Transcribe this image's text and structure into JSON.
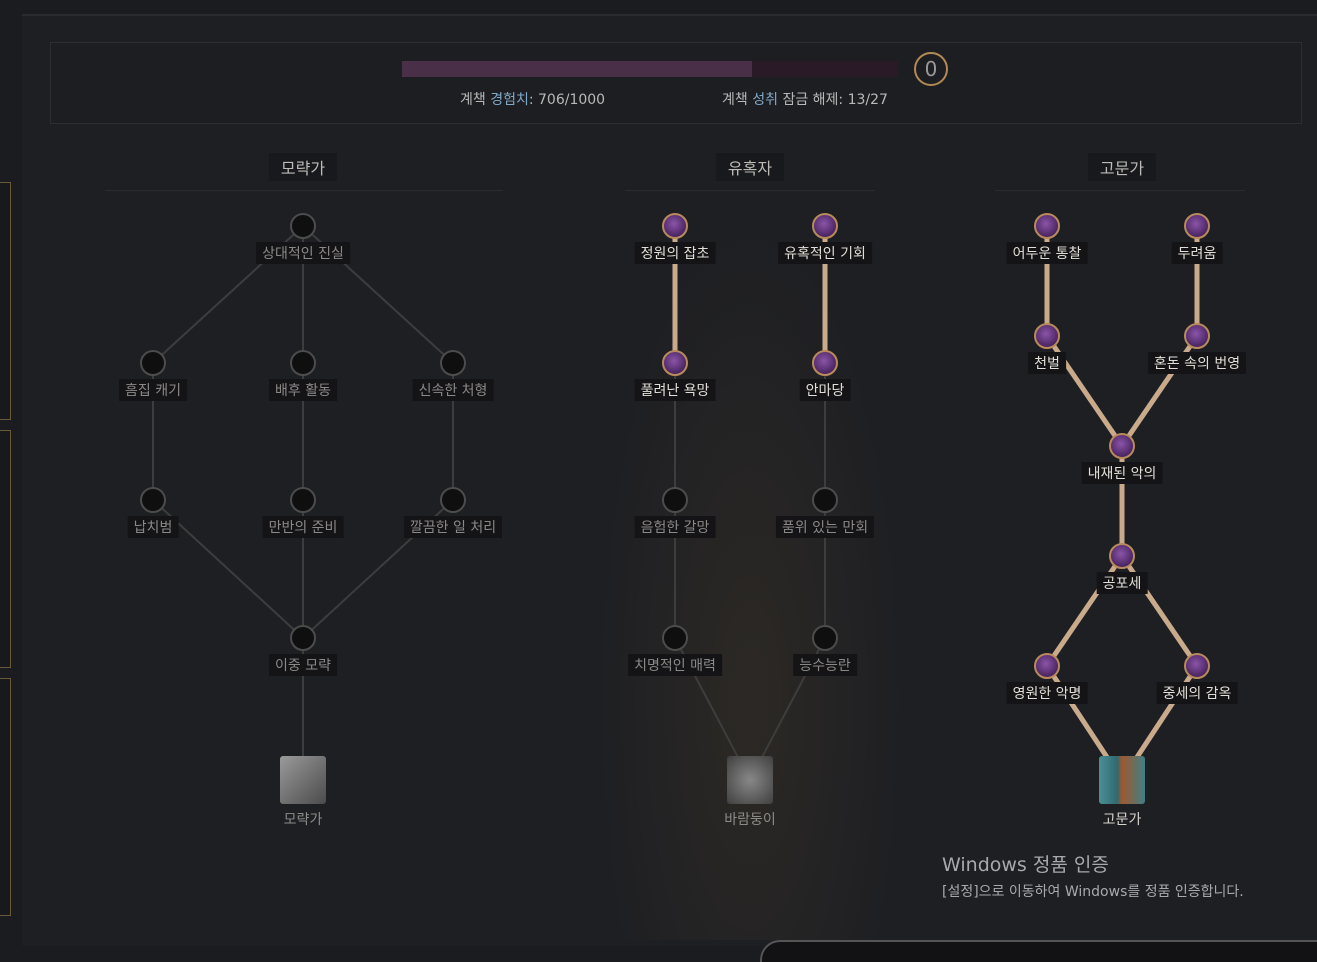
{
  "header": {
    "exp_label_prefix": "계책",
    "exp_label_highlight": "경험치",
    "exp_value": ": 706/1000",
    "exp_current": 706,
    "exp_max": 1000,
    "achv_prefix": "계책",
    "achv_highlight": "성취",
    "achv_suffix": "잠금 해제: 13/27",
    "points": "0"
  },
  "columns": [
    {
      "title": "모략가",
      "emblem": "모략가",
      "nodes": [
        "상대적인 진실",
        "흠집 캐기",
        "배후 활동",
        "신속한 처형",
        "납치범",
        "만반의 준비",
        "깔끔한 일 처리",
        "이중 모략"
      ]
    },
    {
      "title": "유혹자",
      "emblem": "바람둥이",
      "nodes": [
        "정원의 잡초",
        "유혹적인 기회",
        "풀려난 욕망",
        "안마당",
        "음험한 갈망",
        "품위 있는 만회",
        "치명적인 매력",
        "능수능란"
      ]
    },
    {
      "title": "고문가",
      "emblem": "고문가",
      "nodes": [
        "어두운 통찰",
        "두려움",
        "천벌",
        "혼돈 속의 번영",
        "내재된 악의",
        "공포세",
        "영원한 악명",
        "중세의 감옥"
      ]
    }
  ],
  "unlocked": {
    "0": [
      false,
      false,
      false,
      false,
      false,
      false,
      false,
      false
    ],
    "1": [
      true,
      true,
      true,
      true,
      false,
      false,
      false,
      false
    ],
    "2": [
      true,
      true,
      true,
      true,
      true,
      true,
      true,
      true
    ]
  },
  "watermark": {
    "title": "Windows 정품 인증",
    "subtitle": "[설정]으로 이동하여 Windows를 정품 인증합니다."
  },
  "colors": {
    "active_link": "#c9ab8c",
    "inactive_link": "#3d3d3d",
    "gem": "#6b3a87",
    "accent": "#7fa9c9"
  }
}
